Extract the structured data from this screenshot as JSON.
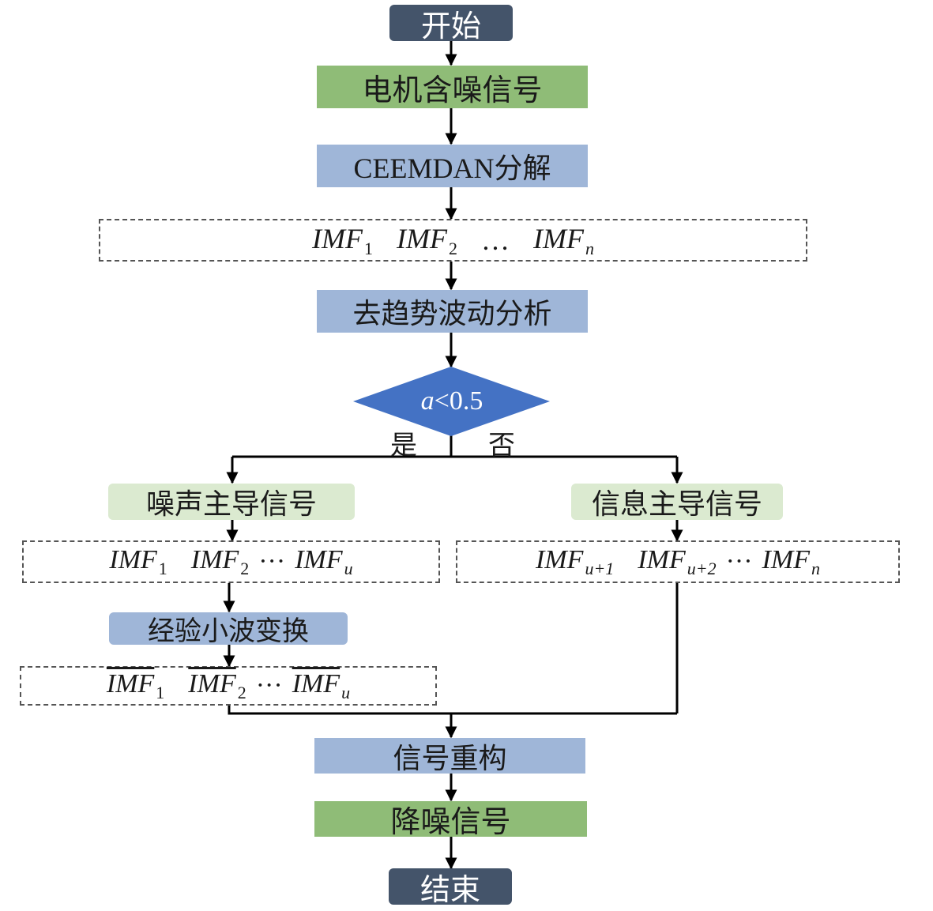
{
  "nodes": {
    "start": "开始",
    "motor_noisy_signal": "电机含噪信号",
    "ceemdan": "CEEMDAN分解",
    "dfa": "去趋势波动分析",
    "decision": {
      "variable": "a",
      "condition": "<0.5"
    },
    "yes": "是",
    "no": "否",
    "noise_dominant": "噪声主导信号",
    "info_dominant": "信息主导信号",
    "ewt": "经验小波变换",
    "reconstruct": "信号重构",
    "denoised": "降噪信号",
    "end": "结束"
  },
  "imf": {
    "symbol": "IMF",
    "ellipsis": "…",
    "ellipsis_tight": "···",
    "sub_1": "1",
    "sub_2": "2",
    "sub_n": "n",
    "sub_u": "u",
    "sub_u1": "u+1",
    "sub_u2": "u+2"
  },
  "colors": {
    "terminal": "#44546a",
    "green": "#8fbc77",
    "blue": "#9fb6d8",
    "light_green": "#dbead0",
    "decision": "#4472c4",
    "line": "#000000"
  }
}
